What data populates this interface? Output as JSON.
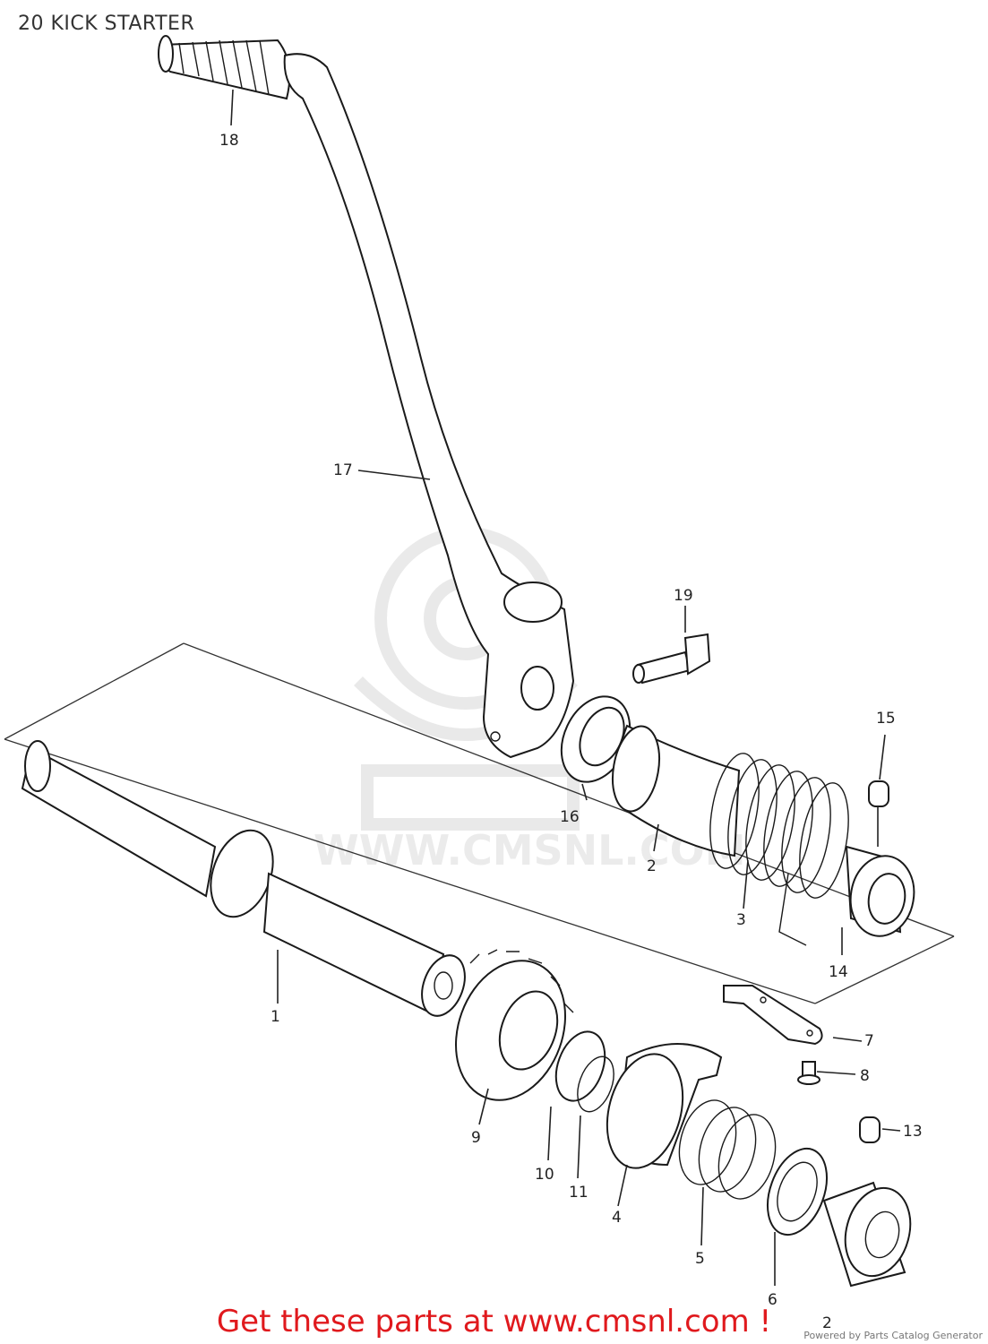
{
  "title": "20 KICK STARTER",
  "watermark": {
    "text": "WWW.CMSNL.COM",
    "logo": "CMS"
  },
  "callouts": [
    {
      "id": "1",
      "label": "1"
    },
    {
      "id": "2a",
      "label": "2"
    },
    {
      "id": "2b",
      "label": "2"
    },
    {
      "id": "3",
      "label": "3"
    },
    {
      "id": "4",
      "label": "4"
    },
    {
      "id": "5",
      "label": "5"
    },
    {
      "id": "6",
      "label": "6"
    },
    {
      "id": "7",
      "label": "7"
    },
    {
      "id": "8",
      "label": "8"
    },
    {
      "id": "9",
      "label": "9"
    },
    {
      "id": "10",
      "label": "10"
    },
    {
      "id": "11",
      "label": "11"
    },
    {
      "id": "13",
      "label": "13"
    },
    {
      "id": "14",
      "label": "14"
    },
    {
      "id": "15",
      "label": "15"
    },
    {
      "id": "16",
      "label": "16"
    },
    {
      "id": "17",
      "label": "17"
    },
    {
      "id": "18",
      "label": "18"
    },
    {
      "id": "19",
      "label": "19"
    }
  ],
  "footer": {
    "banner": "Get these parts at www.cmsnl.com !",
    "powered_by": "Powered by Parts Catalog Generator"
  }
}
